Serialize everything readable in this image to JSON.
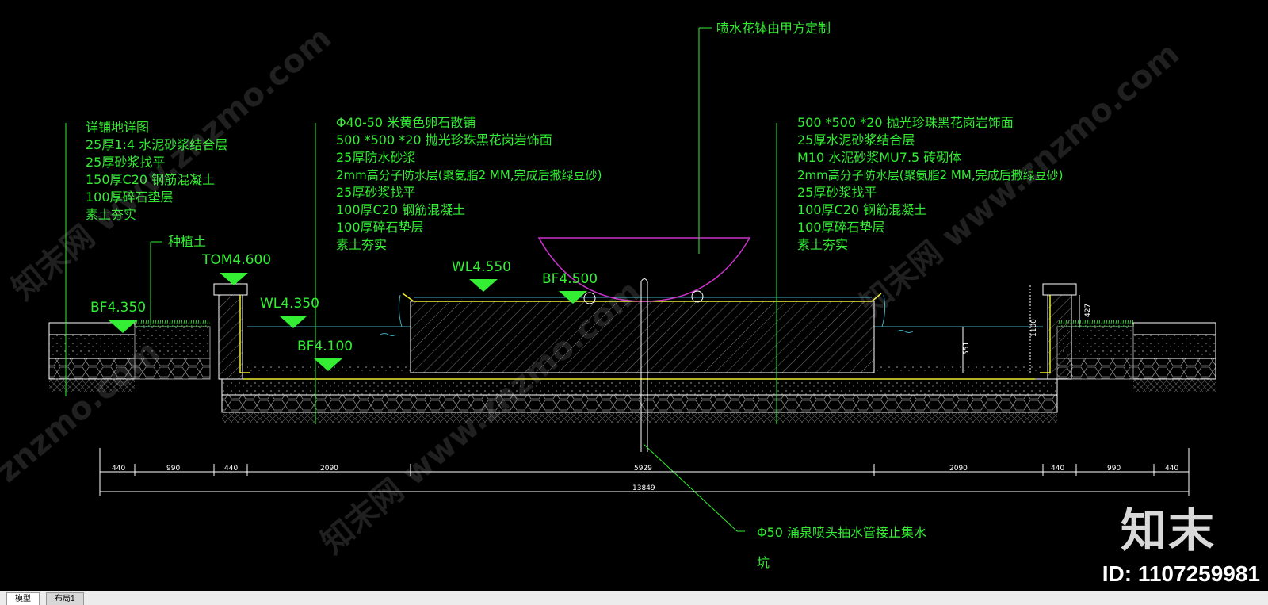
{
  "drawing": {
    "left_callout": [
      "详铺地详图",
      "25厚1:4 水泥砂浆结合层",
      "25厚砂浆找平",
      "150厚C20 钢筋混凝土",
      "100厚碎石垫层",
      "素土夯实"
    ],
    "planting_soil": "种植土",
    "mid_callout": [
      "Φ40-50 米黄色卵石散铺",
      "500 *500 *20 抛光珍珠黑花岗岩饰面",
      "25厚防水砂浆",
      "2mm高分子防水层(聚氨脂2 MM,完成后撒绿豆砂)",
      "25厚砂浆找平",
      "100厚C20 钢筋混凝土",
      "100厚碎石垫层",
      "素土夯实"
    ],
    "bowl_note": "喷水花钵由甲方定制",
    "right_callout": [
      "500 *500 *20 抛光珍珠黑花岗岩饰面",
      "25厚水泥砂浆结合层",
      "M10 水泥砂浆MU7.5 砖砌体",
      "2mm高分子防水层(聚氨脂2 MM,完成后撒绿豆砂)",
      "25厚砂浆找平",
      "100厚C20 钢筋混凝土",
      "100厚碎石垫层",
      "素土夯实"
    ],
    "pipe_note_line1": "Φ50 涌泉喷头抽水管接止集水",
    "pipe_note_line2": "坑",
    "elevations": {
      "bf_left": "BF4.350",
      "tom": "TOM4.600",
      "wl_left": "WL4.350",
      "bf_pool": "BF4.100",
      "wl_center": "WL4.550",
      "bf_center": "BF4.500"
    },
    "small_dims": [
      "551",
      "1100",
      "427"
    ],
    "dims_row1": [
      "440",
      "990",
      "440",
      "2090",
      "5929",
      "2090",
      "440",
      "990",
      "440"
    ],
    "dims_total": "13849"
  },
  "watermarks": [
    "知末网 www.znzmo.com",
    "znzmo.com"
  ],
  "logo": "知末",
  "id_label": "ID: 1107259981",
  "tabs": [
    "模型",
    "布局1"
  ],
  "colors": {
    "annotation": "#33ee33",
    "lines": "#ffffff",
    "bowl": "#cc33cc",
    "background": "#000000"
  }
}
